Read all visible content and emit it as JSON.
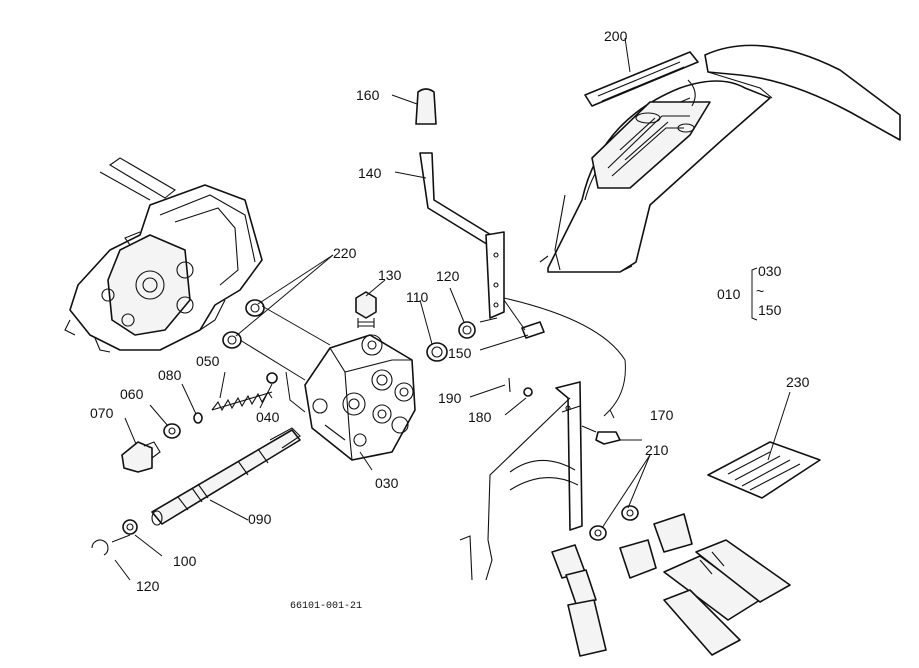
{
  "labels": {
    "p010": "010",
    "p030": "030",
    "p030_range": "030",
    "p040": "040",
    "p050": "050",
    "p060": "060",
    "p070": "070",
    "p080": "080",
    "p090": "090",
    "p100": "100",
    "p110": "110",
    "p120_top": "120",
    "p120_bottom": "120",
    "p130": "130",
    "p140": "140",
    "p150": "150",
    "p150_range": "150",
    "p160": "160",
    "p170": "170",
    "p180": "180",
    "p190": "190",
    "p200": "200",
    "p210": "210",
    "p220": "220",
    "p230": "230"
  },
  "range_symbol": "~",
  "drawing_code": "66101-001-21"
}
